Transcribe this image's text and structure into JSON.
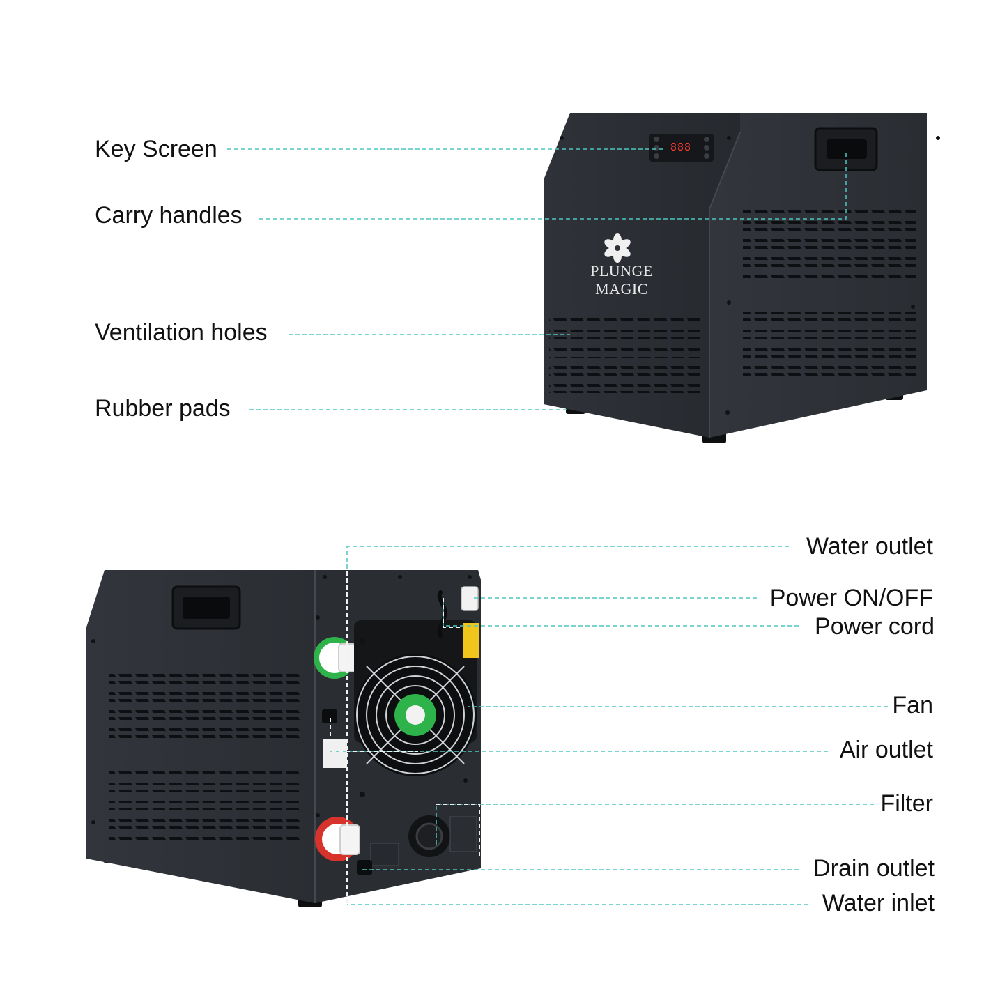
{
  "top_unit": {
    "brand": "PLUNGE MAGIC",
    "display_value": "888",
    "labels": {
      "key_screen": "Key Screen",
      "carry_handles": "Carry handles",
      "ventilation_holes": "Ventilation holes",
      "rubber_pads": "Rubber pads"
    }
  },
  "bottom_unit": {
    "labels": {
      "water_outlet": "Water outlet",
      "power_switch": "Power ON/OFF",
      "power_cord": "Power cord",
      "fan": "Fan",
      "air_outlet": "Air outlet",
      "filter": "Filter",
      "drain_outlet": "Drain outlet",
      "water_inlet": "Water inlet"
    }
  },
  "colors": {
    "leader_line": "#4fc6c0",
    "body": "#2c2f35",
    "body_dark": "#1f2226",
    "body_light": "#3a3e45",
    "outlet_ring": "#2db34a",
    "inlet_ring": "#d8322d",
    "warning": "#f2c51c"
  }
}
